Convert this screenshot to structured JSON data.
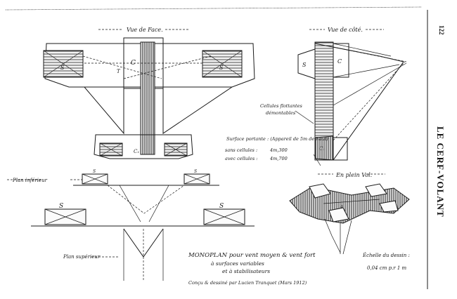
{
  "page": {
    "journal_title": "LE CERF-VOLANT",
    "page_number": "122"
  },
  "labels": {
    "front_view": "Vue de Face.",
    "side_view": "Vue de côté.",
    "in_flight": "En plein Vol.",
    "lower_plan": "Plan inférieur",
    "upper_plan": "Plan supérieur",
    "removable_cells_1": "Cellules flottantes",
    "removable_cells_2": "démontables",
    "S": "S",
    "C": "C",
    "C1": "C₁",
    "T": "T",
    "a": "a"
  },
  "surfaces": {
    "heading": "Surface portante : (Appareil de 5m de haut)",
    "row1_label": "sans cellules :",
    "row1_value": "4m,300",
    "row2_label": "avec cellules :",
    "row2_value": "4m,700"
  },
  "caption": {
    "line1": "MONOPLAN pour vent moyen & vent fort",
    "line2": "à surfaces variables",
    "line3": "et à stabilisateurs",
    "credit": "Conçu & dessiné par Lucien Tranquet (Mars 1912)",
    "scale_1": "Échelle du dessin :",
    "scale_2": "0,04 cm p.r 1 m"
  }
}
